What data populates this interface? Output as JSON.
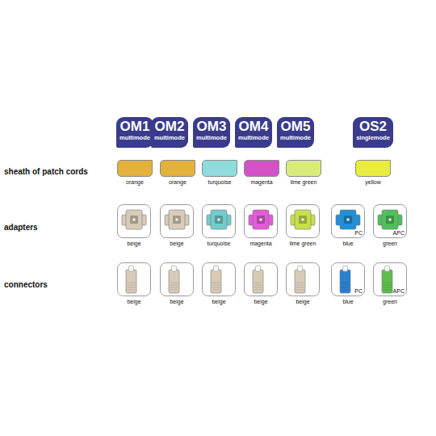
{
  "diagram": {
    "nodes": [
      {
        "text": [
          "OM1",
          "multimode"
        ]
      },
      {
        "text": [
          "OM2",
          "multimode"
        ]
      },
      {
        "text": [
          "OM3",
          "multimode"
        ]
      },
      {
        "text": [
          "OM4",
          "multimode"
        ]
      },
      {
        "text": [
          "OM5",
          "multimode"
        ]
      },
      {
        "text": [
          "OS2",
          "singlemode"
        ]
      },
      {
        "text": [
          "orange"
        ]
      },
      {
        "text": [
          "orange"
        ]
      },
      {
        "text": [
          "turquoise"
        ]
      },
      {
        "text": [
          "magenta"
        ]
      },
      {
        "text": [
          "lime green"
        ]
      },
      {
        "text": [
          "yellow"
        ]
      },
      {
        "text": [
          "beige"
        ]
      },
      {
        "text": [
          "beige"
        ]
      },
      {
        "text": [
          "turquoise"
        ]
      },
      {
        "text": [
          "magenta"
        ]
      },
      {
        "text": [
          "lime green"
        ]
      },
      {
        "text": [
          "PC",
          "blue"
        ]
      },
      {
        "text": [
          "APC",
          "green"
        ]
      },
      {
        "text": [
          "beige"
        ]
      },
      {
        "text": [
          "beige"
        ]
      },
      {
        "text": [
          "beige"
        ]
      },
      {
        "text": [
          "beige"
        ]
      },
      {
        "text": [
          "beige"
        ]
      },
      {
        "text": [
          "PC",
          "blue"
        ]
      },
      {
        "text": [
          "APC",
          "green"
        ]
      }
    ],
    "labels": [
      "sheath of patch cords",
      "adapters",
      "connectors"
    ]
  }
}
